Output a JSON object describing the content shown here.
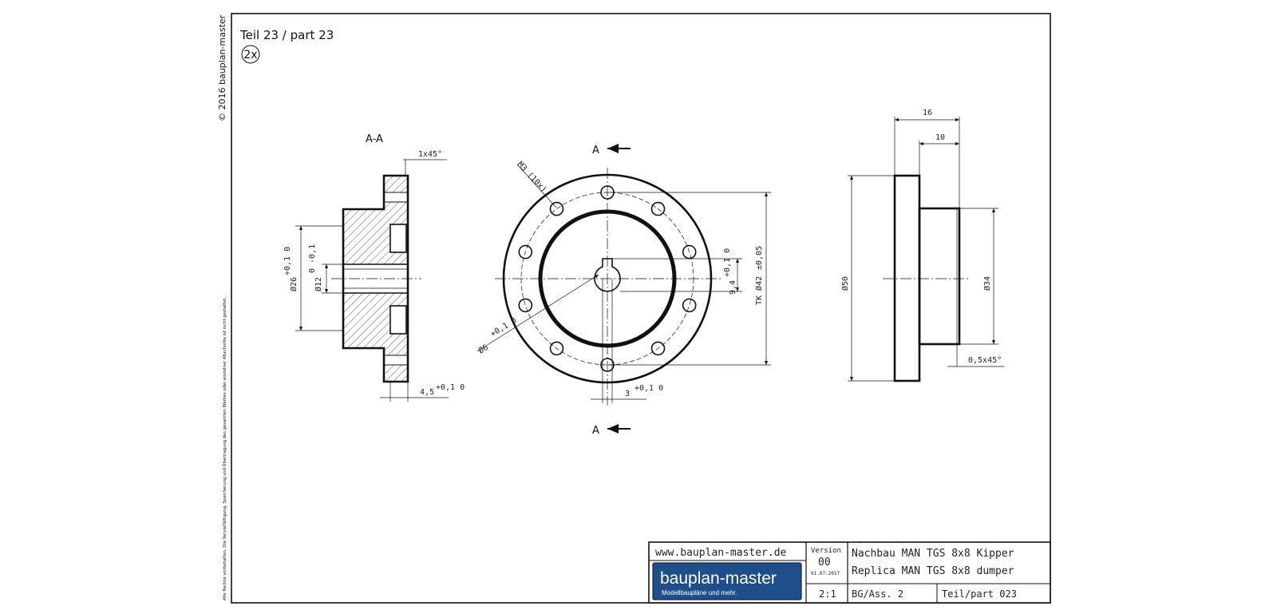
{
  "copyright": "© 2016 bauplan-master",
  "rights_note": "Alle Rechte vorbehalten. Die Vervielfältigung, Speicherung und Übertragung des gesamten Werkes oder einzelner Abschnitte ist nicht gestattet.",
  "part_title": "Teil 23 / part 23",
  "quantity": "2x",
  "views": {
    "section_label": "A-A",
    "cut_label_top": "A",
    "cut_label_bottom": "A"
  },
  "dimensions": {
    "chamfer_section": "1x45°",
    "dia_26": "Ø26",
    "dia_26_tol": "+0,1 0",
    "dia_12": "Ø12",
    "dia_12_tol": "0 -0,1",
    "len_4_5": "4,5",
    "len_4_5_tol": "+0,1 0",
    "thread": "M3 (10x)",
    "dia_6": "Ø6",
    "dia_6_tol": "+0,1 0",
    "width_3": "3",
    "width_3_tol": "+0,1 0",
    "key_9_4": "9,4",
    "key_9_4_tol": "+0,1 0",
    "tk_42": "TK Ø42",
    "tk_42_tol": "±0,05",
    "len_16": "16",
    "len_10": "10",
    "dia_50": "Ø50",
    "dia_34": "Ø34",
    "chamfer_side": "0,5x45°"
  },
  "title_block": {
    "website": "www.bauplan-master.de",
    "logo_text": "bauplan-master",
    "logo_subtext": "Modellbaupläne und mehr.",
    "version_label": "Version",
    "version_value": "00",
    "version_date": "01.07.2017",
    "title_de": "Nachbau MAN TGS 8x8 Kipper",
    "title_en": "Replica MAN TGS 8x8 dumper",
    "scale": "2:1",
    "assembly": "BG/Ass. 2",
    "part_number": "Teil/part 023"
  },
  "colors": {
    "line": "#111111",
    "logo_bg": "#1f4f8a",
    "logo_text": "#ffffff"
  }
}
